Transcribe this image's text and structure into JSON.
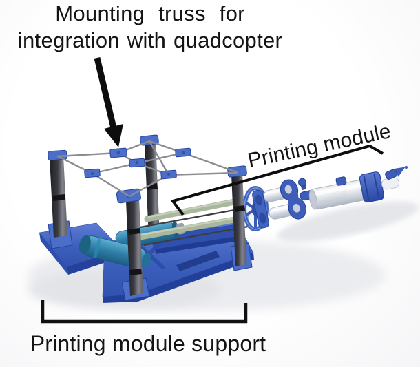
{
  "figure": {
    "labels": {
      "truss_line1": "Mounting truss for",
      "truss_line2": "integration with quadcopter",
      "module": "Printing module",
      "support": "Printing module support"
    },
    "colors": {
      "annotation_ink": "#0d0d0d",
      "blue_main": "#3c61bd",
      "blue_dark": "#24419b",
      "blue_light": "#6d8bd6",
      "post_dark": "#2b2b30",
      "rod_gray": "#8c8c92",
      "rod_green": "#a9b79c",
      "motor_teal": "#2f7fa8",
      "tube_glass": "#dde3eb",
      "background": "#fbfbfc"
    }
  }
}
